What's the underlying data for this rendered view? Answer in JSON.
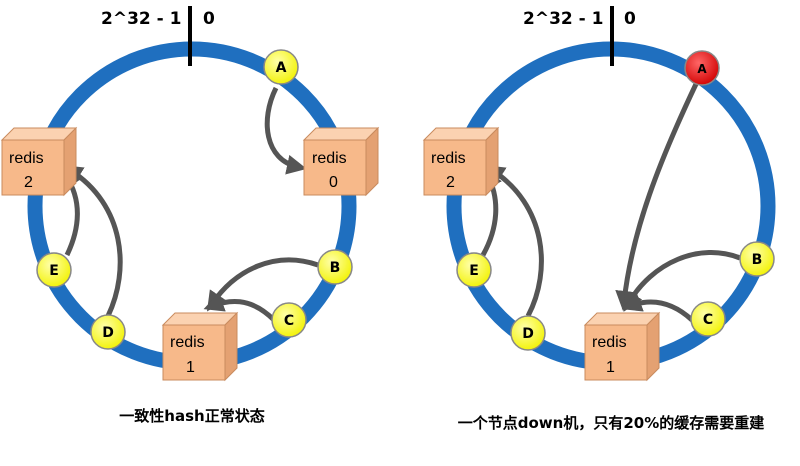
{
  "colors": {
    "ring": "#1f6fbf",
    "node_normal": "#ffff33",
    "node_down": "#e00000",
    "box": "#f7b98a",
    "arrow": "#555555"
  },
  "left": {
    "label_max": "2^32 - 1",
    "label_zero": "0",
    "caption": "一致性hash正常状态",
    "nodes": {
      "A": "A",
      "B": "B",
      "C": "C",
      "D": "D",
      "E": "E"
    },
    "servers": [
      {
        "name": "redis",
        "id": "0"
      },
      {
        "name": "redis",
        "id": "1"
      },
      {
        "name": "redis",
        "id": "2"
      }
    ]
  },
  "right": {
    "label_max": "2^32 - 1",
    "label_zero": "0",
    "caption": "一个节点down机，只有20%的缓存需要重建",
    "nodes": {
      "A": "A",
      "B": "B",
      "C": "C",
      "D": "D",
      "E": "E"
    },
    "servers": [
      {
        "name": "redis",
        "id": "1"
      },
      {
        "name": "redis",
        "id": "2"
      }
    ]
  }
}
